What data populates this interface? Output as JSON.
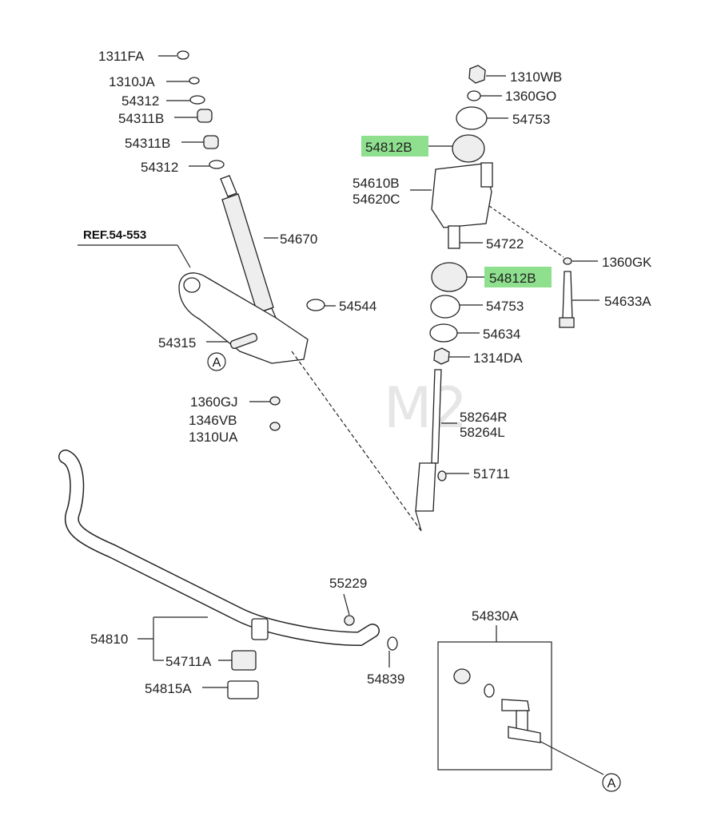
{
  "labels": {
    "p_1311fa": "1311FA",
    "p_1310ja": "1310JA",
    "p_54312_a": "54312",
    "p_54311b_a": "54311B",
    "p_54311b_b": "54311B",
    "p_54312_b": "54312",
    "p_54670": "54670",
    "p_54544": "54544",
    "p_54315": "54315",
    "p_1360gj": "1360GJ",
    "p_1346vb": "1346VB",
    "p_1310ua": "1310UA",
    "p_1310wb": "1310WB",
    "p_1360go": "1360GO",
    "p_54753_a": "54753",
    "p_54812b_a": "54812B",
    "p_54610b": "54610B",
    "p_54620c": "54620C",
    "p_54722": "54722",
    "p_1360gk": "1360GK",
    "p_54812b_b": "54812B",
    "p_54633a": "54633A",
    "p_54753_b": "54753",
    "p_54634": "54634",
    "p_1314da": "1314DA",
    "p_58264r": "58264R",
    "p_58264l": "58264L",
    "p_51711": "51711",
    "p_55229": "55229",
    "p_54830a": "54830A",
    "p_54810": "54810",
    "p_54711a": "54711A",
    "p_54839": "54839",
    "p_54815a": "54815A"
  },
  "reference": "REF.54-553",
  "callouts": {
    "a_left": "A",
    "a_right": "A"
  },
  "watermark": "M2",
  "colors": {
    "highlight": "#8ee08e",
    "line": "#222222"
  }
}
